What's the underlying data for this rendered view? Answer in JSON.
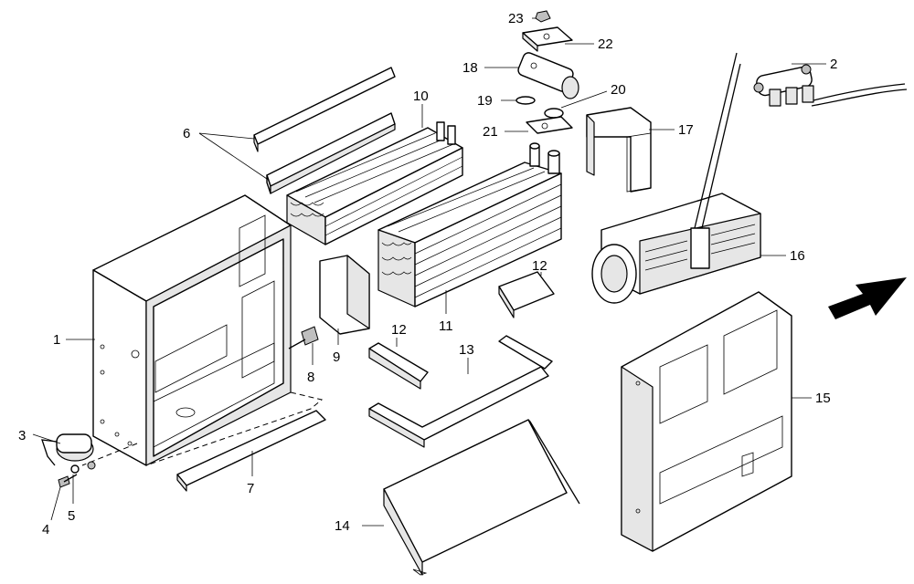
{
  "callouts": {
    "c1": "1",
    "c2": "2",
    "c3": "3",
    "c4": "4",
    "c5": "5",
    "c6": "6",
    "c7": "7",
    "c8": "8",
    "c9": "9",
    "c10": "10",
    "c11": "11",
    "c12a": "12",
    "c12b": "12",
    "c13": "13",
    "c14": "14",
    "c15": "15",
    "c16": "16",
    "c17": "17",
    "c18": "18",
    "c19": "19",
    "c20": "20",
    "c21": "21",
    "c22": "22",
    "c23": "23"
  },
  "colors": {
    "line": "#000000",
    "background": "#ffffff",
    "shade": "#e6e6e6"
  },
  "icons": {
    "direction": "direction-arrow-icon"
  }
}
